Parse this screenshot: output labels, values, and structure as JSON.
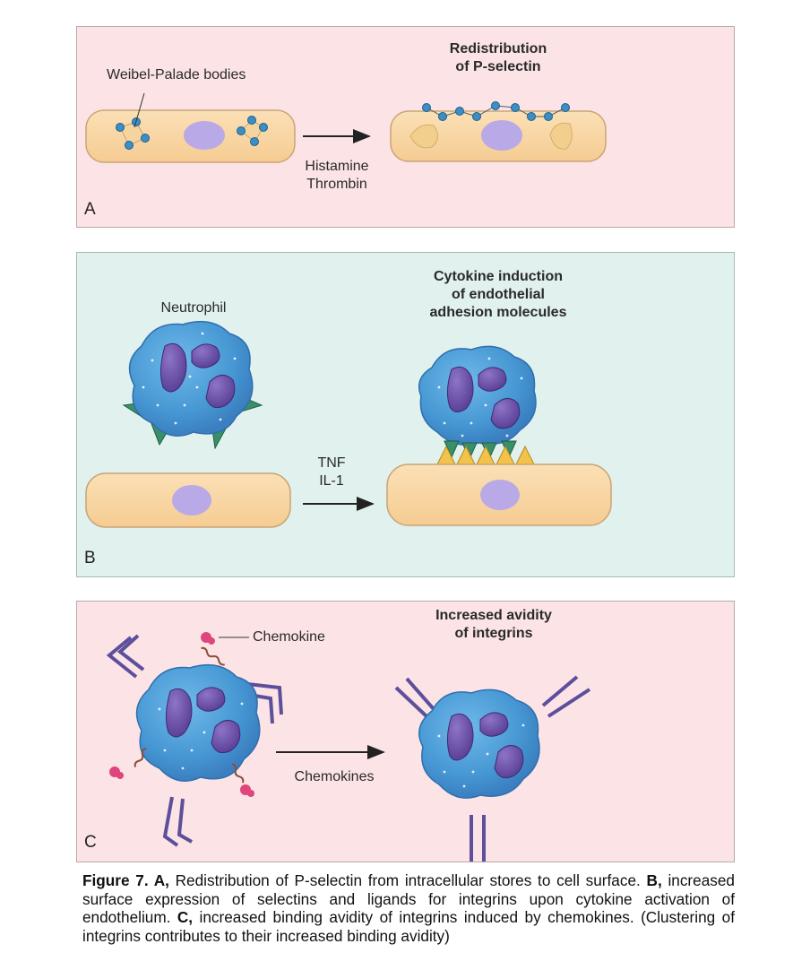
{
  "panel_a": {
    "letter": "A",
    "weibel_label": "Weibel-Palade bodies",
    "title_line1": "Redistribution",
    "title_line2": "of P-selectin",
    "arrow_line1": "Histamine",
    "arrow_line2": "Thrombin"
  },
  "panel_b": {
    "letter": "B",
    "neutrophil_label": "Neutrophil",
    "title_line1": "Cytokine induction",
    "title_line2": "of endothelial",
    "title_line3": "adhesion molecules",
    "arrow_line1": "TNF",
    "arrow_line2": "IL-1"
  },
  "panel_c": {
    "letter": "C",
    "chemokine_label": "Chemokine",
    "title_line1": "Increased avidity",
    "title_line2": "of integrins",
    "arrow_label": "Chemokines"
  },
  "caption": {
    "a_label": "Figure 7. A,",
    "a_text": " Redistribution of P-selectin from intracellular stores to cell surface. ",
    "b_label": "B,",
    "b_text": " increased surface expression of selectins and ligands for integrins upon cytokine activation of endothelium. ",
    "c_label": "C,",
    "c_text": " increased binding avidity of integrins induced by chemokines. (Clustering of integrins contributes to their increased binding avidity)"
  },
  "colors": {
    "cell_fill": "#f9d6a4",
    "nucleus": "#b9a9e6",
    "neutrophil": "#4f9ed8",
    "neutrophil_nucleus": "#6b4fa8",
    "selectin": "#3a8f6b",
    "ligand": "#f2c24a",
    "integrin": "#5d4f9c",
    "chemokine": "#e0457b"
  }
}
